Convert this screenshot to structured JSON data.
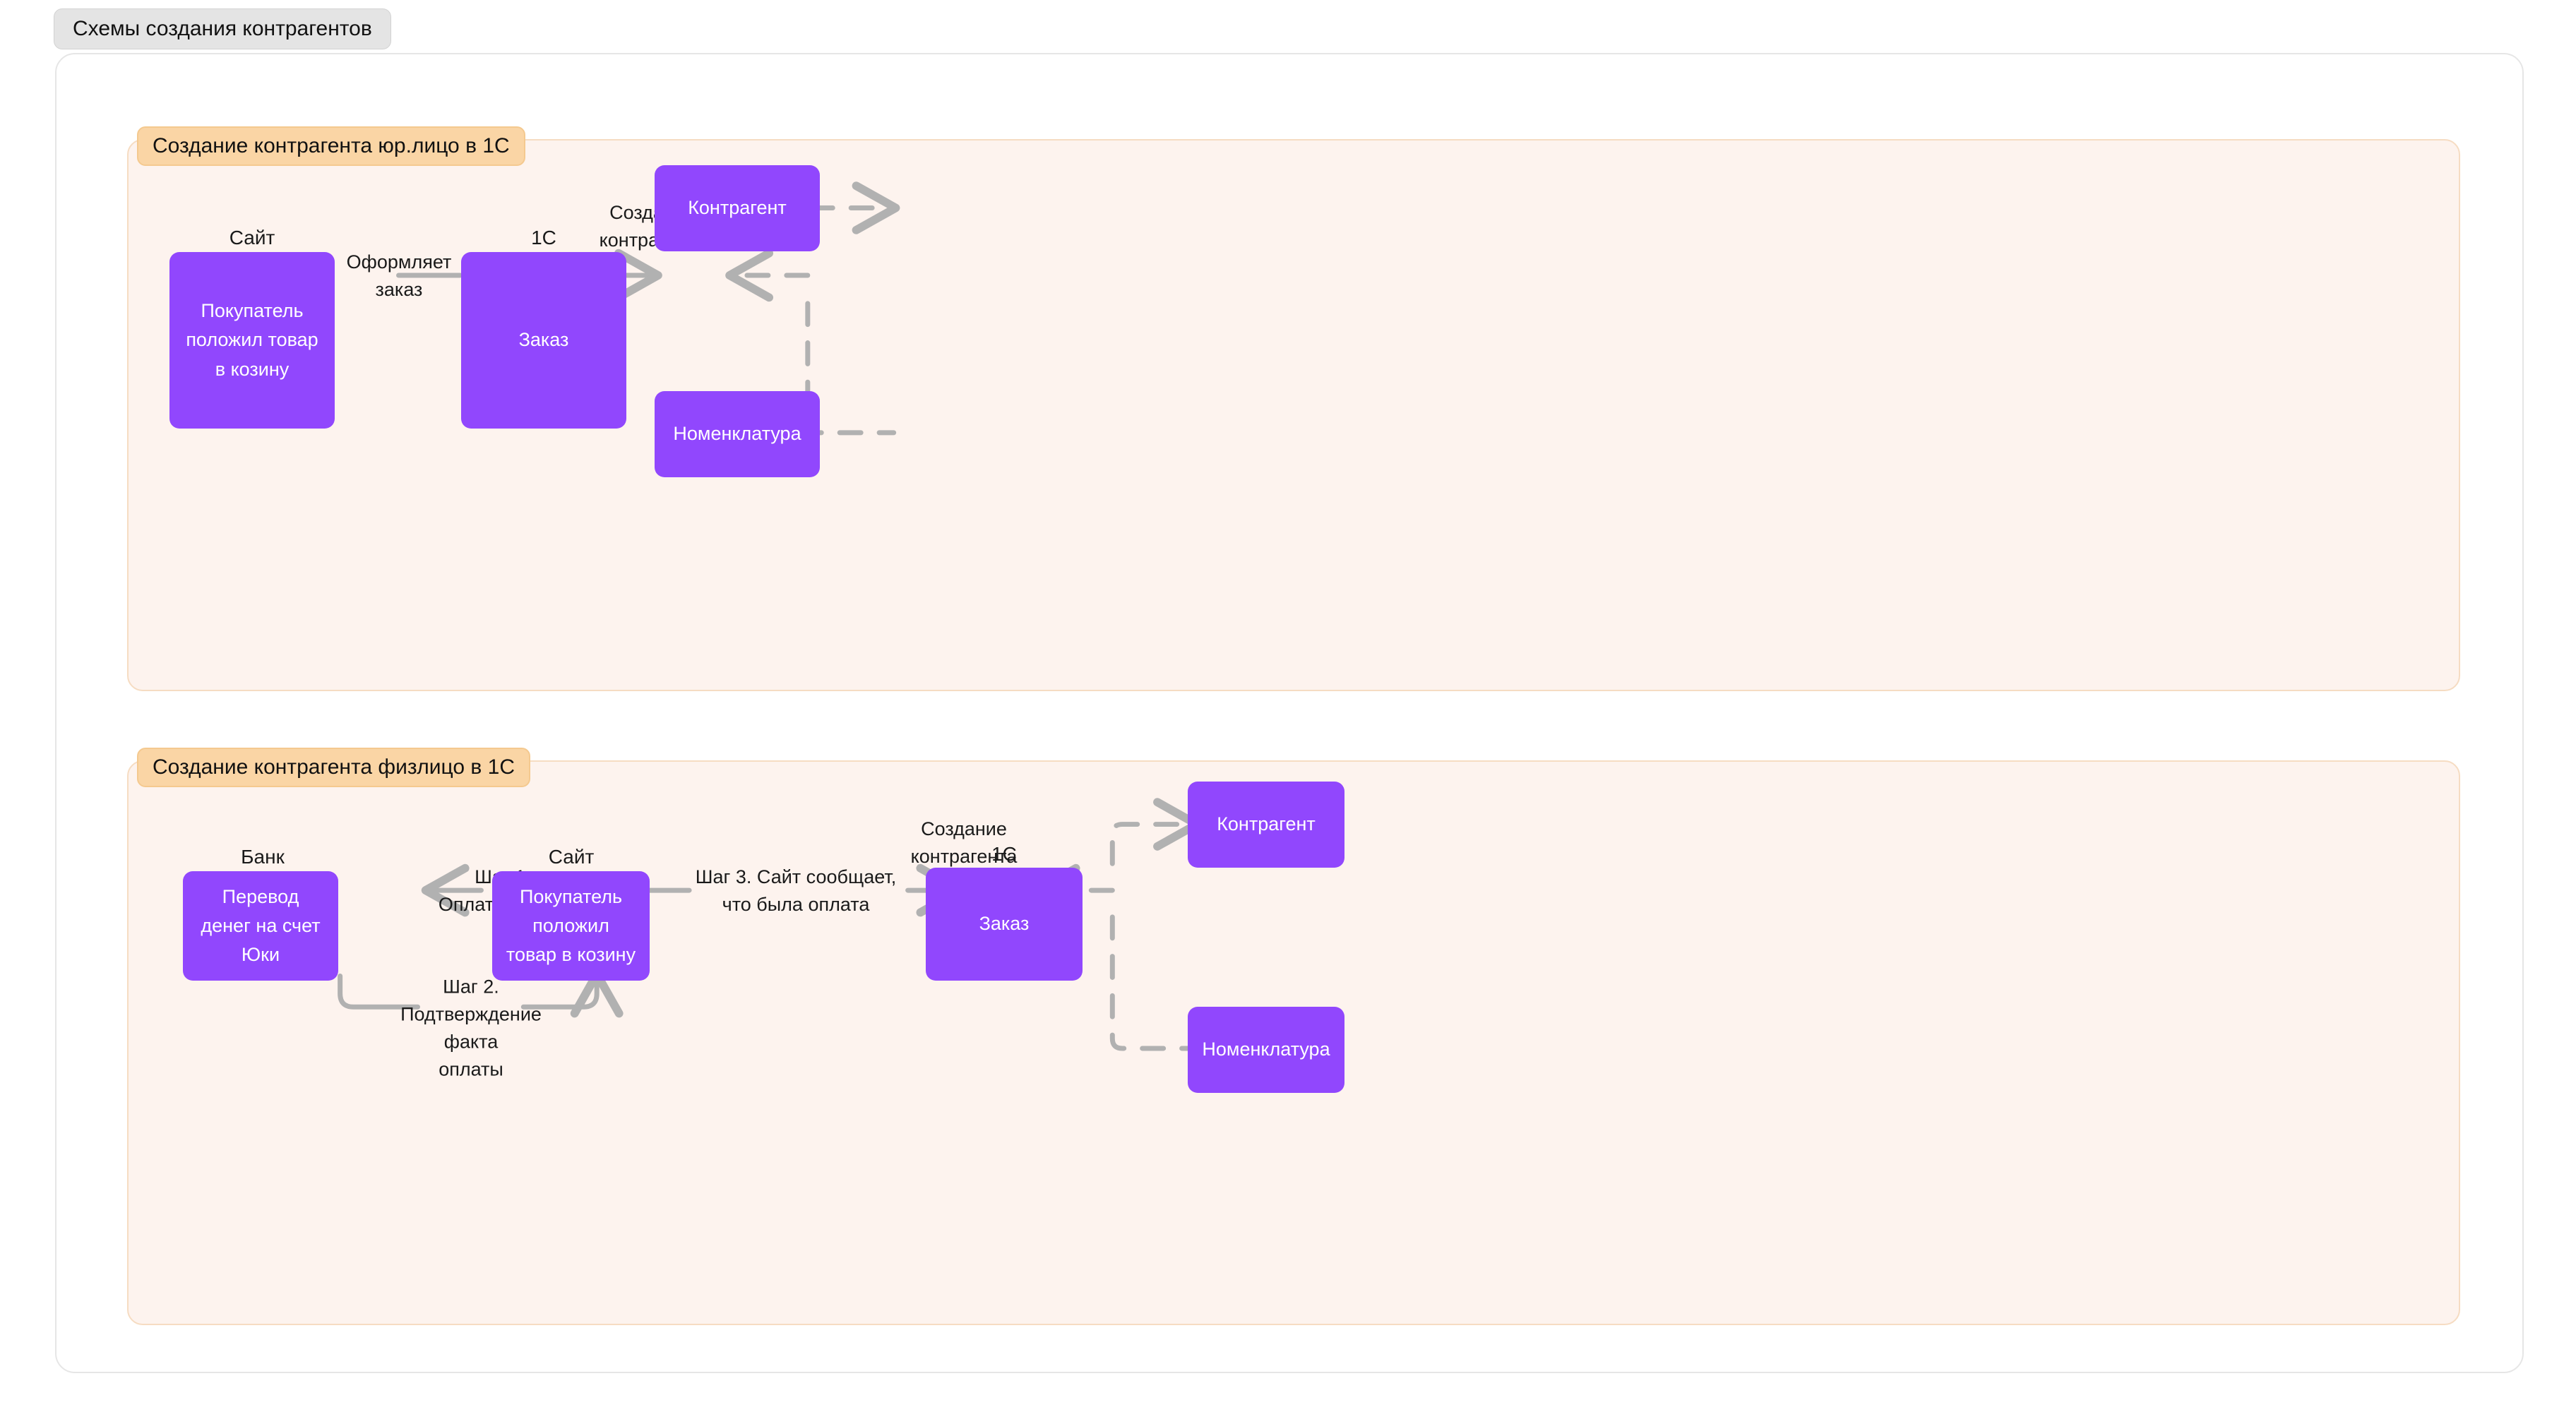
{
  "page": {
    "title_tag": "Схемы создания контрагентов"
  },
  "sections": [
    {
      "badge": "Создание контрагента юр.лицо в 1С",
      "captions": {
        "site": "Сайт",
        "onec": "1С"
      },
      "nodes": {
        "buyer": "Покупатель положил товар в козину",
        "order": "Заказ",
        "counterparty": "Контрагент",
        "nomenclature": "Номенклатура"
      },
      "edges": {
        "places_order": "Оформляет\nзаказ",
        "create_counterparty": "Создание\nконтрагента"
      }
    },
    {
      "badge": "Создание контрагента физлицо в 1С",
      "captions": {
        "bank": "Банк",
        "site": "Сайт",
        "onec": "1С"
      },
      "nodes": {
        "transfer": "Перевод денег на счет Юки",
        "buyer": "Покупатель положил товар в козину",
        "order": "Заказ",
        "counterparty": "Контрагент",
        "nomenclature": "Номенклатура"
      },
      "edges": {
        "step1": "Шаг 1.\nОплата заказа",
        "step2": "Шаг 2.\nПодтверждение\nфакта\nоплаты",
        "step3": "Шаг 3. Сайт сообщает,\nчто была оплата",
        "create_counterparty": "Создание\nконтрагента"
      }
    }
  ],
  "colors": {
    "node_fill": "#9147fd",
    "section_bg": "#fdf3ee",
    "section_border": "#f6dcc2",
    "badge_bg": "#fad5a5",
    "edge_gray": "#b1b1b1",
    "card_border": "#e6e6e6",
    "title_pill_bg": "#e4e4e4"
  }
}
